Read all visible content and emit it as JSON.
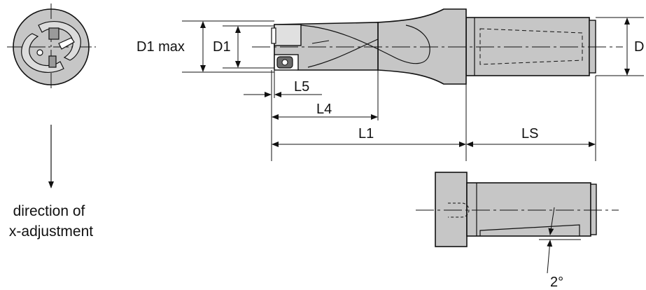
{
  "labels": {
    "d1_max": "D1 max",
    "d1": "D1",
    "d_right": "D",
    "l5": "L5",
    "l4": "L4",
    "l1": "L1",
    "ls": "LS",
    "angle": "2°"
  },
  "caption": {
    "line1": "direction of",
    "line2": "x-adjustment"
  },
  "colors": {
    "body_fill": "#c6c6c6",
    "line": "#111111",
    "insert_fill": "#6a6a6a"
  }
}
